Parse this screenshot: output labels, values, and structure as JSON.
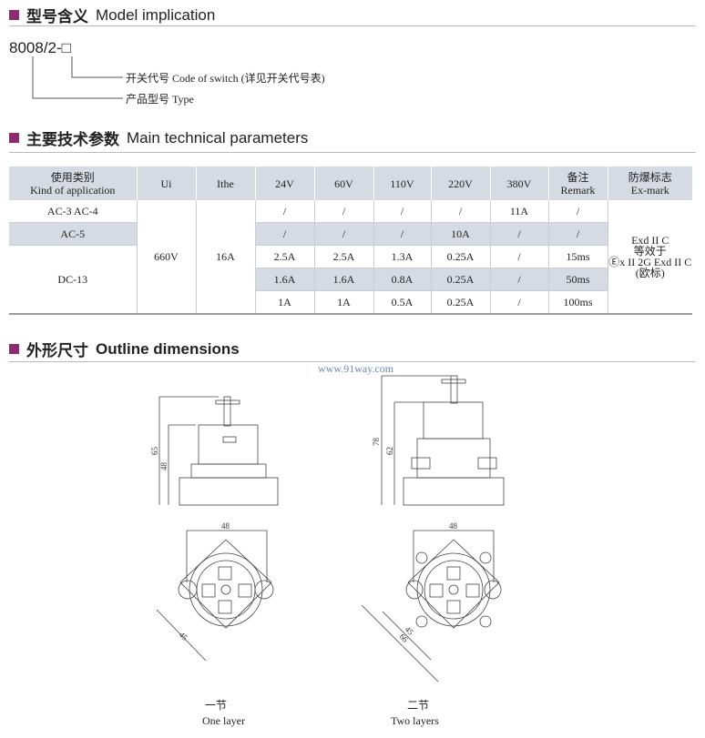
{
  "sections": {
    "model": {
      "cn": "型号含义",
      "en": "Model implication"
    },
    "params": {
      "cn": "主要技术参数",
      "en": "Main technical parameters"
    },
    "outline": {
      "cn": "外形尺寸",
      "en": "Outline dimensions"
    }
  },
  "model": {
    "code": "8008/2-□",
    "switch_code": "开关代号 Code of switch (详见开关代号表)",
    "type": "产品型号  Type"
  },
  "table": {
    "headers": {
      "kind_cn": "使用类别",
      "kind_en": "Kind of application",
      "ui": "Ui",
      "ithe": "Ithe",
      "v24": "24V",
      "v60": "60V",
      "v110": "110V",
      "v220": "220V",
      "v380": "380V",
      "remark_cn": "备注",
      "remark_en": "Remark",
      "ex_cn": "防爆标志",
      "ex_en": "Ex-mark"
    },
    "ui": "660V",
    "ithe": "16A",
    "ex": [
      "Exd II C",
      "等效于",
      "Ⓔx II 2G Exd II C",
      "(欧标)"
    ],
    "rows": [
      {
        "kind": "AC-3  AC-4",
        "cells": [
          "/",
          "/",
          "/",
          "/",
          "11A",
          "/"
        ]
      },
      {
        "kind": "AC-5",
        "cells": [
          "/",
          "/",
          "/",
          "10A",
          "/",
          "/"
        ]
      },
      {
        "kind": "DC-13",
        "cells": [
          "2.5A",
          "2.5A",
          "1.3A",
          "0.25A",
          "/",
          "15ms"
        ]
      },
      {
        "cells": [
          "1.6A",
          "1.6A",
          "0.8A",
          "0.25A",
          "/",
          "50ms"
        ]
      },
      {
        "cells": [
          "1A",
          "1A",
          "0.5A",
          "0.25A",
          "/",
          "100ms"
        ]
      }
    ]
  },
  "drawings": {
    "watermark": "www.91way.com",
    "one": {
      "h1": "65",
      "h2": "48",
      "w": "48",
      "d": "45",
      "cn": "一节",
      "en": "One layer"
    },
    "two": {
      "h1": "78",
      "h2": "62",
      "w": "48",
      "d1": "45",
      "d2": "66",
      "cn": "二节",
      "en": "Two layers"
    }
  }
}
